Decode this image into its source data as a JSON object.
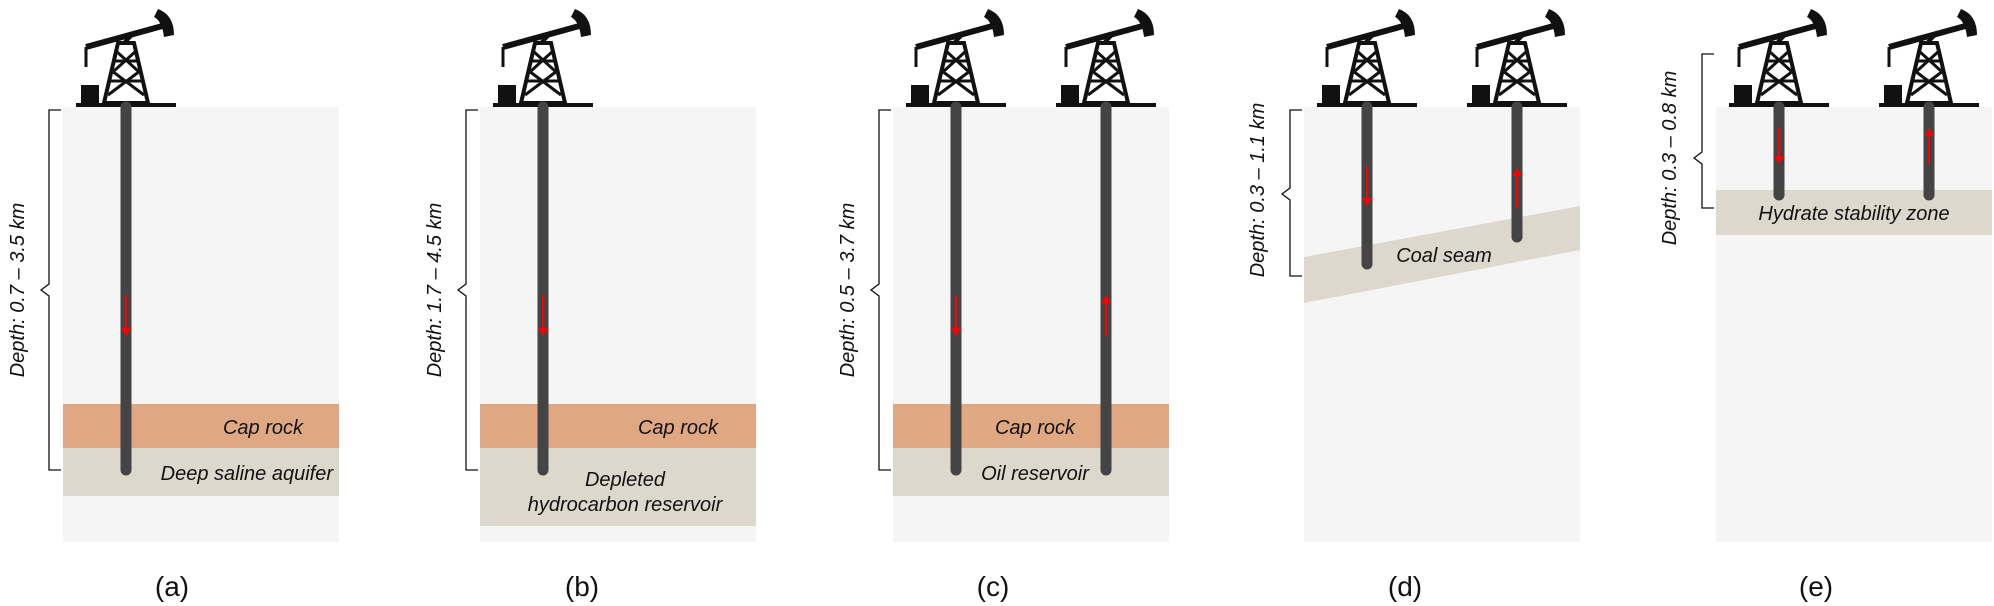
{
  "colors": {
    "background_column": "#f5f5f5",
    "cap_rock": "#e0a882",
    "reservoir": "#dcd8cc",
    "well": "#444444",
    "flow_arrow": "#ff0000",
    "rig": "#111111"
  },
  "icons": [
    "pumpjack-icon",
    "flow-arrow-icon",
    "depth-brace-icon"
  ],
  "panels": [
    {
      "id": "a",
      "caption": "(a)",
      "depth_label": "Depth: 0.7 – 3.5 km",
      "layers": [
        {
          "kind": "cap_rock",
          "label": "Cap rock"
        },
        {
          "kind": "reservoir",
          "label": "Deep saline aquifer"
        }
      ],
      "wells": [
        {
          "flow": "down"
        }
      ]
    },
    {
      "id": "b",
      "caption": "(b)",
      "depth_label": "Depth: 1.7 – 4.5 km",
      "layers": [
        {
          "kind": "cap_rock",
          "label": "Cap rock"
        },
        {
          "kind": "reservoir",
          "label_line1": "Depleted",
          "label_line2": "hydrocarbon reservoir"
        }
      ],
      "wells": [
        {
          "flow": "down"
        }
      ]
    },
    {
      "id": "c",
      "caption": "(c)",
      "depth_label": "Depth: 0.5 – 3.7 km",
      "layers": [
        {
          "kind": "cap_rock",
          "label": "Cap rock"
        },
        {
          "kind": "reservoir",
          "label": "Oil reservoir"
        }
      ],
      "wells": [
        {
          "flow": "down"
        },
        {
          "flow": "up"
        }
      ]
    },
    {
      "id": "d",
      "caption": "(d)",
      "depth_label": "Depth: 0.3 – 1.1 km",
      "layers": [
        {
          "kind": "seam",
          "label": "Coal seam"
        }
      ],
      "wells": [
        {
          "flow": "down"
        },
        {
          "flow": "up"
        }
      ]
    },
    {
      "id": "e",
      "caption": "(e)",
      "depth_label": "Depth: 0.3 – 0.8 km",
      "layers": [
        {
          "kind": "zone",
          "label": "Hydrate stability zone"
        }
      ],
      "wells": [
        {
          "flow": "down"
        },
        {
          "flow": "up"
        }
      ]
    }
  ]
}
